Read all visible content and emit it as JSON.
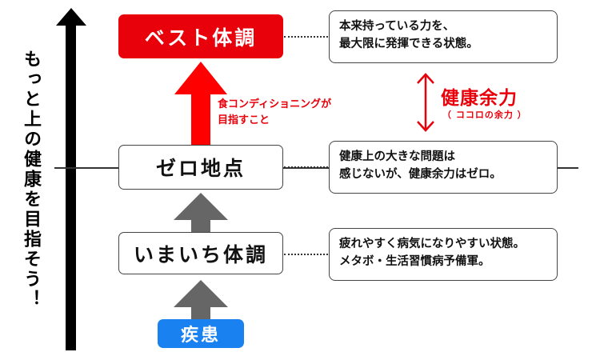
{
  "axis_label": "もっと上の健康を目指そう！",
  "states": {
    "best": "ベスト体調",
    "zero": "ゼロ地点",
    "poor": "いまいち体調",
    "disease": "疾患"
  },
  "descriptions": {
    "best": [
      "本来持っている力を、",
      "最大限に発揮できる状態。"
    ],
    "zero": [
      "健康上の大きな問題は",
      "感じないが、健康余力はゼロ。"
    ],
    "poor": [
      "疲れやすく病気になりやすい状態。",
      "メタボ・生活習慣病予備軍。"
    ]
  },
  "red_arrow_note": [
    "食コンディショニングが",
    "目指すこと"
  ],
  "health_margin": {
    "title": "健康余力",
    "subtitle": "（ ココロの余力 ）"
  },
  "colors": {
    "best_red": "#e8000a",
    "disease_blue": "#1a82f0",
    "arrow_gray": "#666666",
    "axis_black": "#000000"
  }
}
